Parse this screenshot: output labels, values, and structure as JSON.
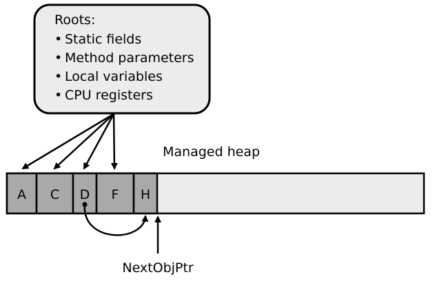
{
  "roots": {
    "title": "Roots:",
    "items": [
      "Static fields",
      "Method parameters",
      "Local variables",
      "CPU registers"
    ],
    "bullet": "•"
  },
  "heap": {
    "label": "Managed heap",
    "objects": [
      "A",
      "C",
      "D",
      "F",
      "H"
    ],
    "pointer_label": "NextObjPtr"
  },
  "colors": {
    "callout_fill": "#ececec",
    "object_fill": "#a9a9a9",
    "heap_fill": "#ececec",
    "stroke": "#000000"
  }
}
